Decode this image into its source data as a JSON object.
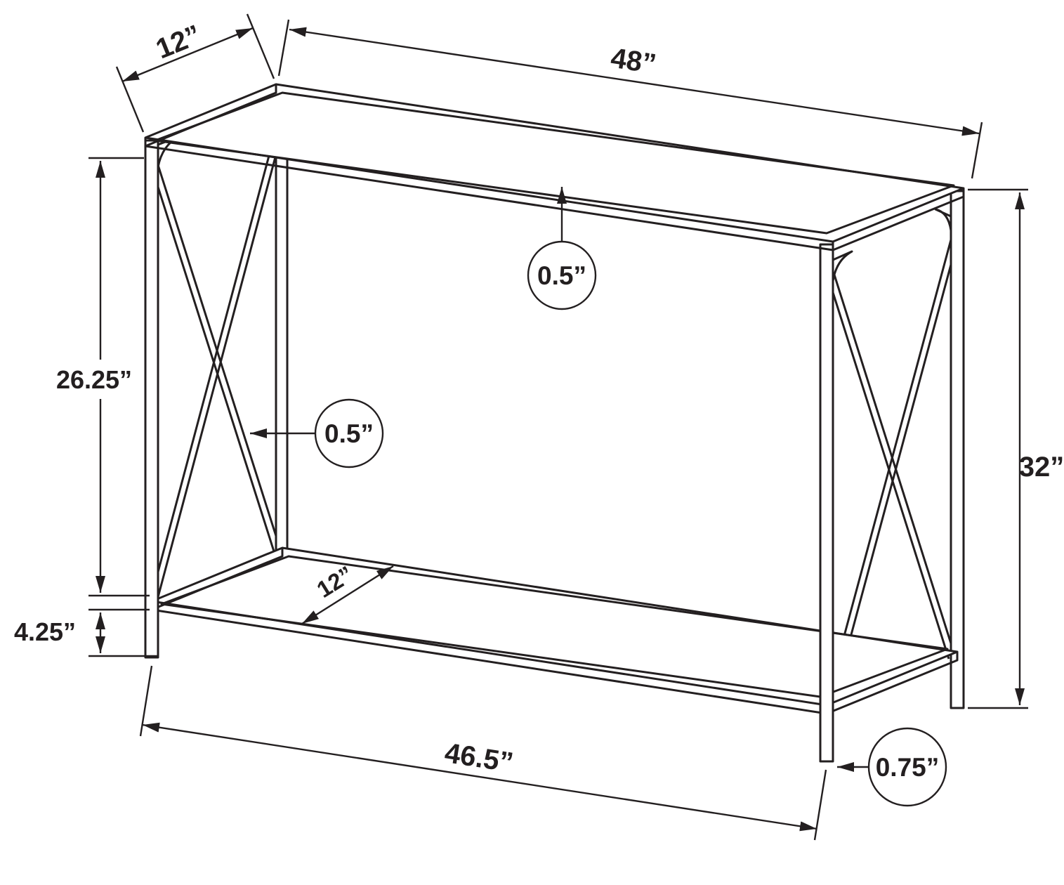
{
  "page": {
    "background": "#ffffff",
    "line_color": "#231f20"
  },
  "figure": {
    "type": "technical-dimension-diagram",
    "subject": "console accent table with X-frame sides and lower shelf",
    "dimensions": {
      "top_depth": "12”",
      "top_width": "48”",
      "top_thickness": "0.5”",
      "frame_tube_thickness": "0.5”",
      "upper_section_height": "26.25”",
      "shelf_clearance_height": "4.25”",
      "overall_height": "32”",
      "shelf_depth": "12”",
      "bottom_width": "46.5”",
      "leg_thickness": "0.75”"
    }
  }
}
